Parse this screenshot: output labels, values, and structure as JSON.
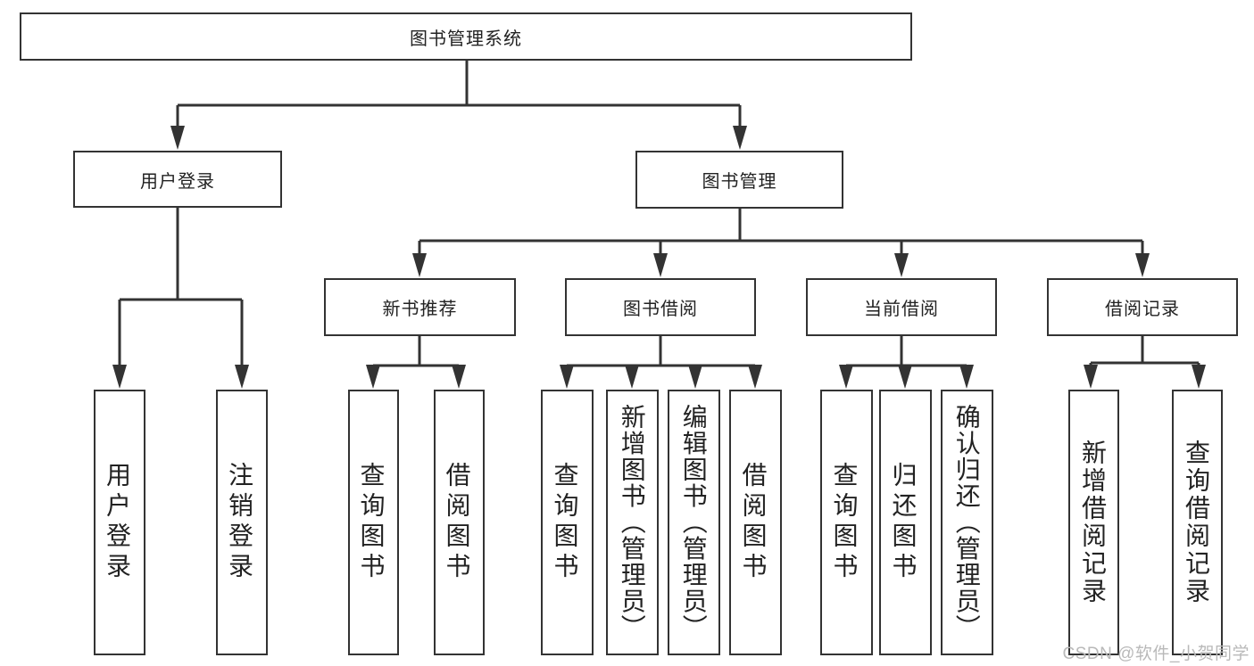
{
  "diagram": {
    "title": "图书管理系统",
    "branches": [
      {
        "label": "用户登录",
        "leaves": [
          "用户登录",
          "注销登录"
        ]
      },
      {
        "label": "图书管理",
        "modules": [
          {
            "label": "新书推荐",
            "leaves": [
              "查询图书",
              "借阅图书"
            ]
          },
          {
            "label": "图书借阅",
            "leaves": [
              "查询图书",
              "新增图书（管理员）",
              "编辑图书（管理员）",
              "借阅图书"
            ]
          },
          {
            "label": "当前借阅",
            "leaves": [
              "查询图书",
              "归还图书",
              "确认归还（管理员）"
            ]
          },
          {
            "label": "借阅记录",
            "leaves": [
              "新增借阅记录",
              "查询借阅记录"
            ]
          }
        ]
      }
    ]
  },
  "watermark": {
    "text": "CSDN @软件_小贺同学"
  },
  "colors": {
    "line": "#333333",
    "box_border": "#333333",
    "text": "#222222",
    "background": "#ffffff",
    "watermark": "#b9b9b9"
  }
}
